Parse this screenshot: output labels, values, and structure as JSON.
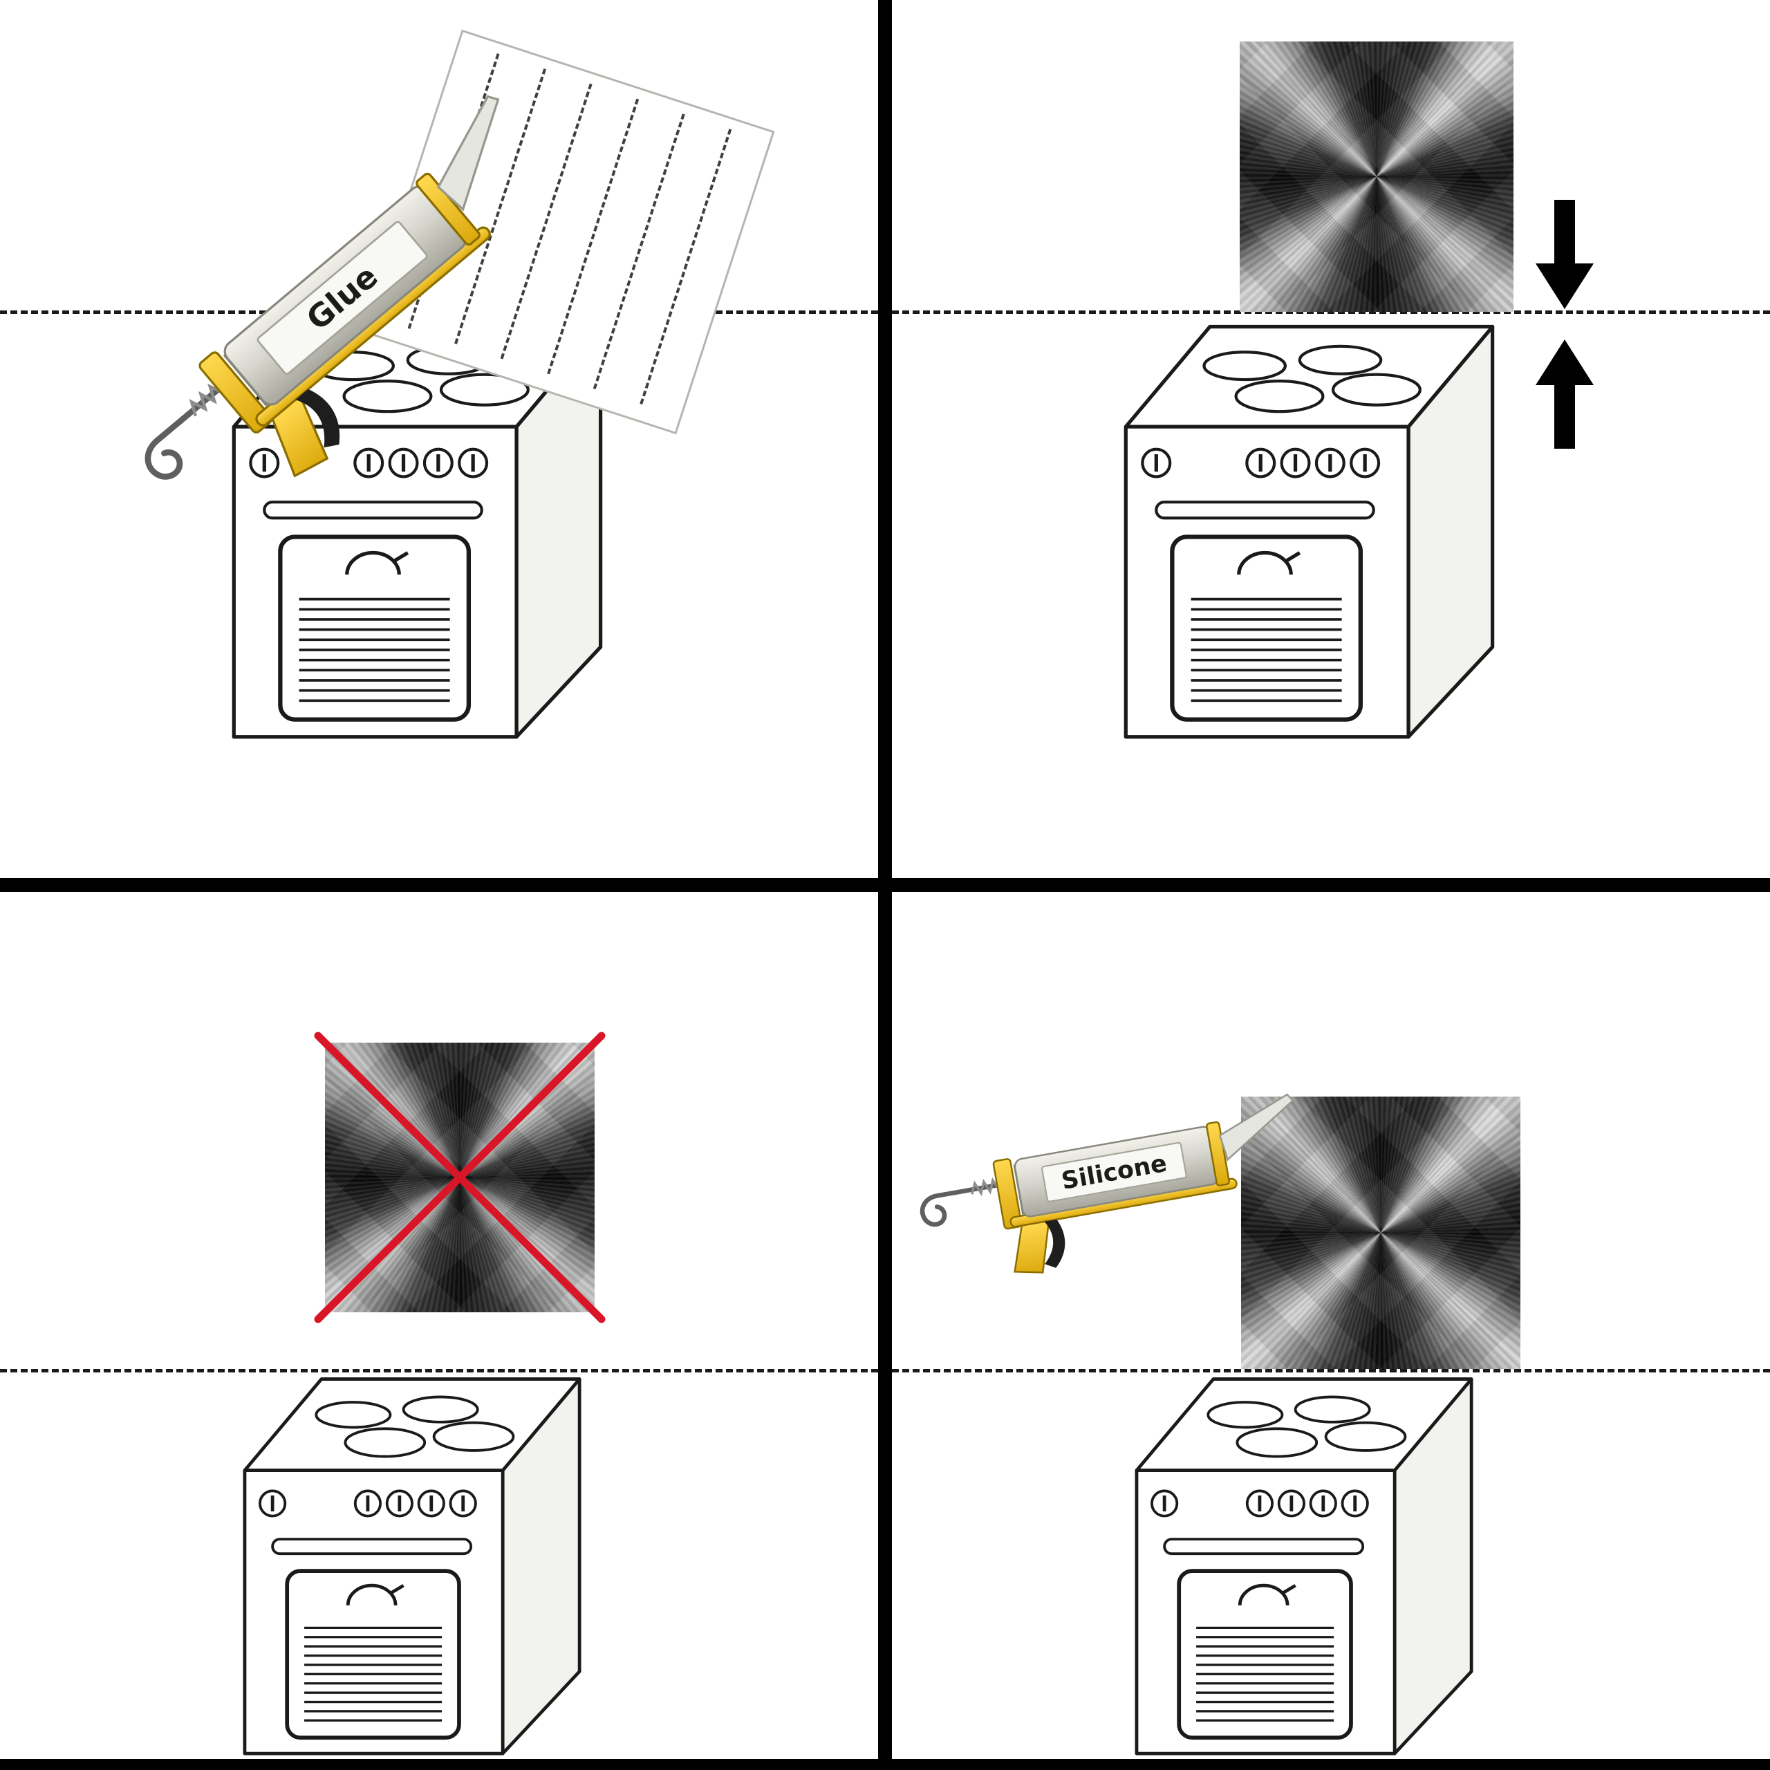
{
  "diagram": {
    "type": "instructional-diagram",
    "grid": "2x2"
  },
  "steps": {
    "top_left": {
      "tool_label": "Glue",
      "elements": [
        "caulking-gun",
        "panel-back-with-adhesive-dashed-lines",
        "stove",
        "dashed-counter-line"
      ]
    },
    "top_right": {
      "elements": [
        "metal-panel",
        "press-together-arrows",
        "stove",
        "dashed-counter-line"
      ]
    },
    "bottom_left": {
      "elements": [
        "metal-panel",
        "red-prohibition-cross",
        "stove",
        "dashed-counter-line"
      ]
    },
    "bottom_right": {
      "tool_label": "Silicone",
      "elements": [
        "caulking-gun",
        "metal-panel",
        "stove",
        "dashed-counter-line"
      ]
    }
  },
  "colors": {
    "background": "#ffffff",
    "divider": "#000000",
    "dashed_line": "#1a1a1a",
    "stove_outline": "#1a1a1a",
    "gun_body_yellow": "#f0c01a",
    "cartridge_grey": "#d6d5cd",
    "label_background": "#f8f8f4",
    "label_text": "#1b1b1b",
    "red_cross": "#d81628",
    "arrow_black": "#000000",
    "metal_dark": "#0a0a0a",
    "metal_light": "#efefef"
  },
  "icons": {
    "stove": "stove-icon",
    "metal_panel": "steel-panel-icon",
    "caulking_gun": "caulking-gun-icon",
    "press_arrows": "press-arrows-icon",
    "prohibition": "red-cross-icon",
    "glue_sheet": "glue-lines-sheet-icon"
  }
}
